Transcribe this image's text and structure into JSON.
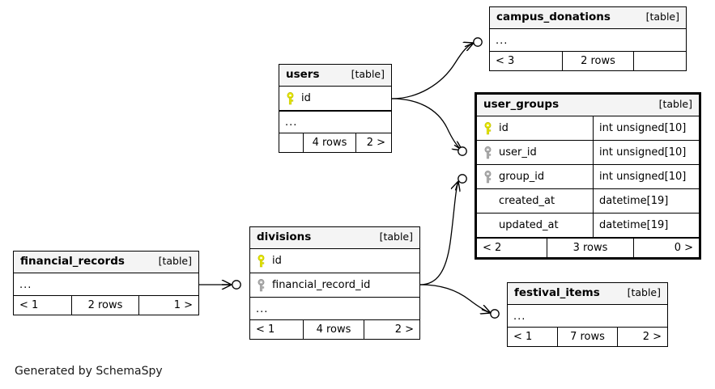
{
  "diagram": {
    "kind": "database-schema",
    "generator_caption": "Generated by SchemaSpy",
    "table_kind_label": "[table]",
    "ellipsis": "...",
    "colors": {
      "primary_key": "#e8e800",
      "foreign_key": "#b0b0b0",
      "title_background": "#f4f4f4",
      "border": "#000000",
      "background": "#ffffff"
    }
  },
  "tables": {
    "campus_donations": {
      "name": "campus_donations",
      "kind": "[table]",
      "columns": [],
      "has_ellipsis_row": true,
      "footer": {
        "left": "< 3",
        "center": "2 rows",
        "right": ""
      }
    },
    "users": {
      "name": "users",
      "kind": "[table]",
      "columns": [
        {
          "name": "id",
          "type": "",
          "key": "primary"
        }
      ],
      "has_ellipsis_row": true,
      "footer": {
        "left": "",
        "center": "4 rows",
        "right": "2 >"
      }
    },
    "user_groups": {
      "name": "user_groups",
      "kind": "[table]",
      "focal": true,
      "columns": [
        {
          "name": "id",
          "type": "int unsigned[10]",
          "key": "primary"
        },
        {
          "name": "user_id",
          "type": "int unsigned[10]",
          "key": "foreign"
        },
        {
          "name": "group_id",
          "type": "int unsigned[10]",
          "key": "foreign"
        },
        {
          "name": "created_at",
          "type": "datetime[19]",
          "key": "none"
        },
        {
          "name": "updated_at",
          "type": "datetime[19]",
          "key": "none"
        }
      ],
      "has_ellipsis_row": false,
      "footer": {
        "left": "< 2",
        "center": "3 rows",
        "right": "0 >"
      }
    },
    "divisions": {
      "name": "divisions",
      "kind": "[table]",
      "columns": [
        {
          "name": "id",
          "type": "",
          "key": "primary"
        },
        {
          "name": "financial_record_id",
          "type": "",
          "key": "foreign"
        }
      ],
      "has_ellipsis_row": true,
      "footer": {
        "left": "< 1",
        "center": "4 rows",
        "right": "2 >"
      }
    },
    "financial_records": {
      "name": "financial_records",
      "kind": "[table]",
      "columns": [],
      "has_ellipsis_row": true,
      "footer": {
        "left": "< 1",
        "center": "2 rows",
        "right": "1 >"
      }
    },
    "festival_items": {
      "name": "festival_items",
      "kind": "[table]",
      "columns": [],
      "has_ellipsis_row": true,
      "footer": {
        "left": "< 1",
        "center": "7 rows",
        "right": "2 >"
      }
    }
  },
  "relationships": [
    {
      "from": "users",
      "to": "campus_donations",
      "cardinality": "zero-or-more"
    },
    {
      "from": "users",
      "to": "user_groups",
      "cardinality": "zero-or-more"
    },
    {
      "from": "divisions",
      "to": "user_groups",
      "cardinality": "zero-or-more"
    },
    {
      "from": "divisions",
      "to": "festival_items",
      "cardinality": "zero-or-more"
    },
    {
      "from": "financial_records",
      "to": "divisions",
      "cardinality": "zero-or-more"
    }
  ]
}
